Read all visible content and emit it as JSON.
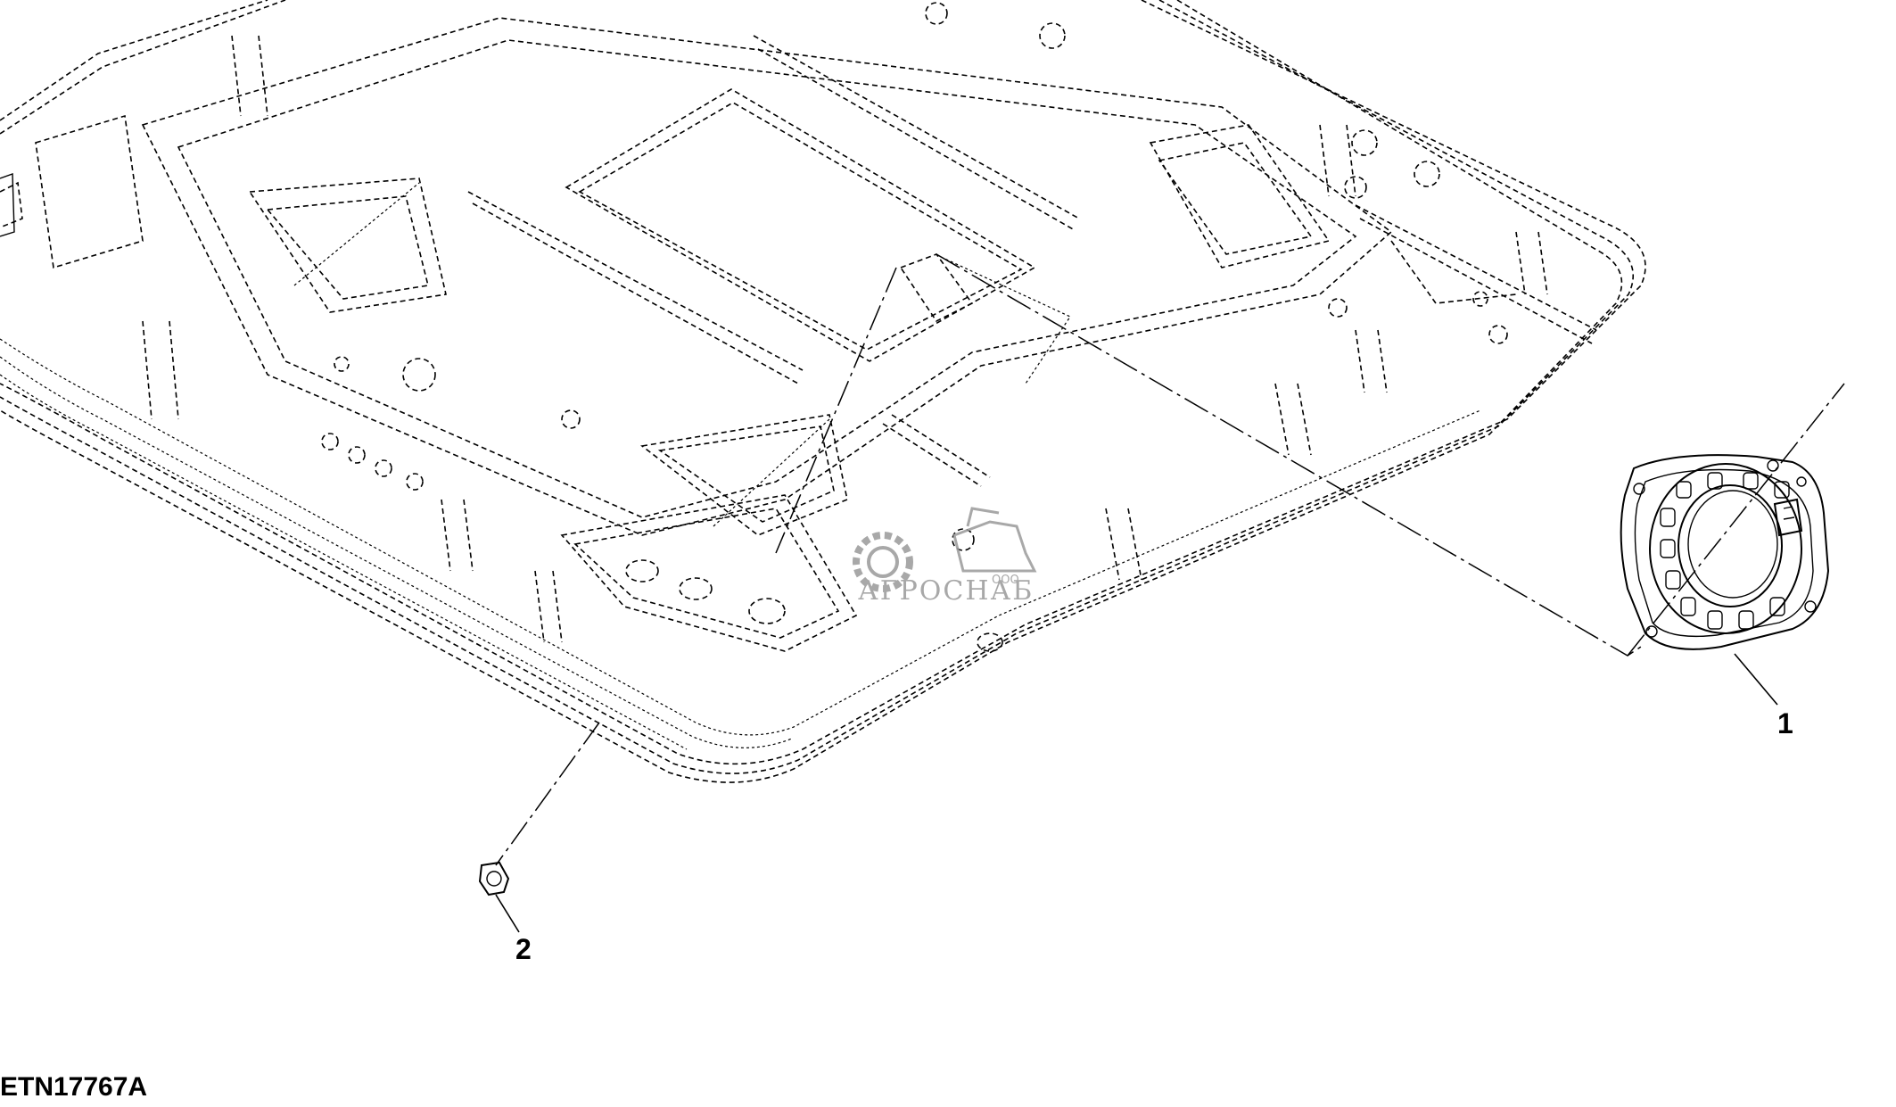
{
  "diagram": {
    "figure_id": "ETN17767A",
    "callouts": [
      {
        "number": "1"
      },
      {
        "number": "2"
      }
    ],
    "watermark": {
      "prefix": "ООО",
      "name": "АГРОСНАБ"
    }
  }
}
